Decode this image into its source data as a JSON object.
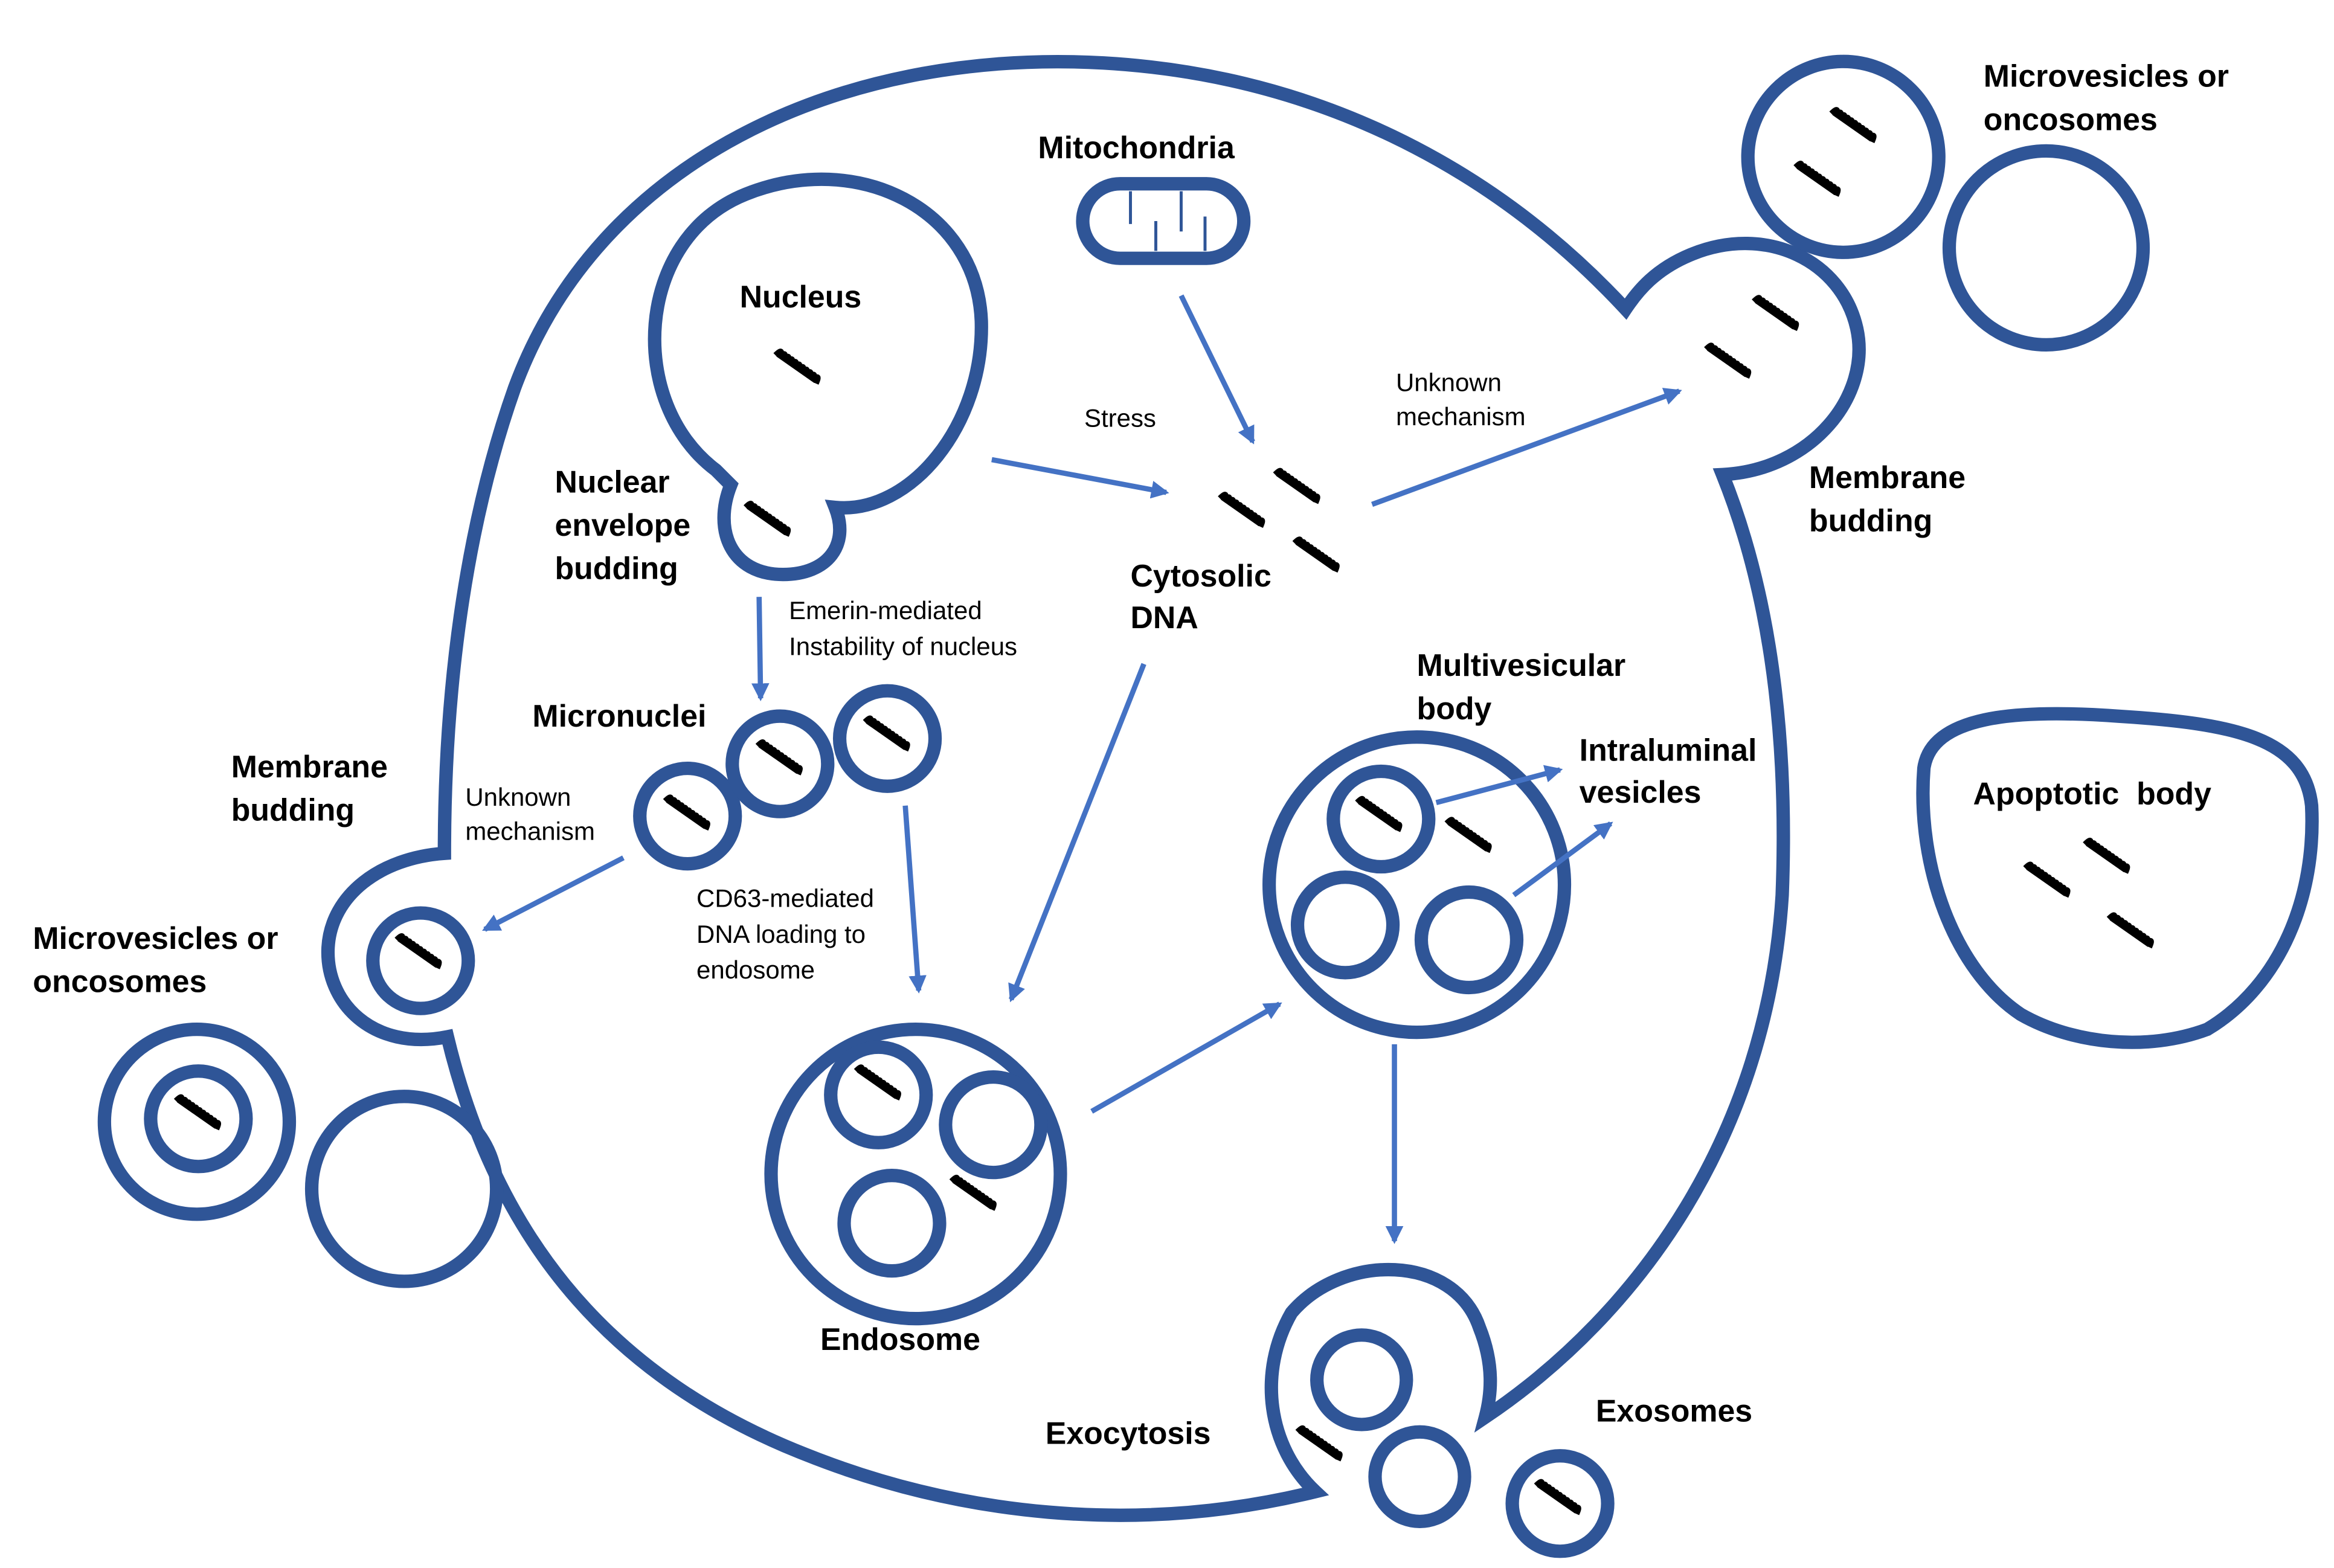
{
  "labels": {
    "mitochondria": "Mitochondria",
    "nucleus": "Nucleus",
    "nuclear_envelope_budding": [
      "Nuclear",
      "envelope",
      "budding"
    ],
    "stress": "Stress",
    "cytosolic_dna": [
      "Cytosolic",
      "DNA"
    ],
    "unknown_mechanism_top": [
      "Unknown",
      "mechanism"
    ],
    "membrane_budding_right": [
      "Membrane",
      "budding"
    ],
    "microvesicles_top": [
      "Microvesicles or",
      "oncosomes"
    ],
    "emerin": [
      "Emerin-mediated",
      "Instability of nucleus"
    ],
    "micronuclei": "Micronuclei",
    "membrane_budding_left": [
      "Membrane",
      "budding"
    ],
    "unknown_mechanism_left": [
      "Unknown",
      "mechanism"
    ],
    "microvesicles_left": [
      "Microvesicles or",
      "oncosomes"
    ],
    "cd63": [
      "CD63-mediated",
      "DNA loading to",
      "endosome"
    ],
    "multivesicular_body": [
      "Multivesicular",
      "body"
    ],
    "intraluminal_vesicles": [
      "Intraluminal",
      "vesicles"
    ],
    "apoptotic_body": "Apoptotic  body",
    "endosome": "Endosome",
    "exocytosis": "Exocytosis",
    "exosomes": "Exosomes"
  },
  "colors": {
    "membrane": "#2f5597",
    "arrow": "#4472c4",
    "text": "#000000"
  }
}
